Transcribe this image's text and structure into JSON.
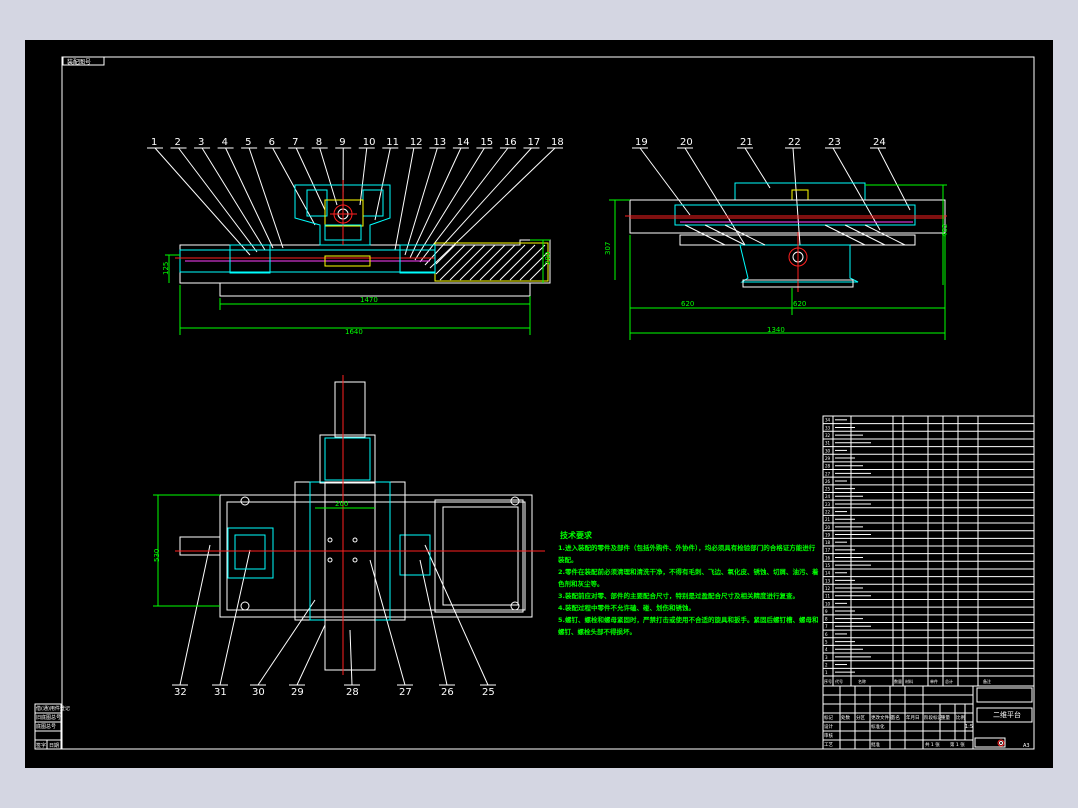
{
  "drawing": {
    "corner_tag": "装配图号",
    "assembly_title": "二维平台",
    "view_front_callouts": [
      "1",
      "2",
      "3",
      "4",
      "5",
      "6",
      "7",
      "8",
      "9",
      "10",
      "11",
      "12",
      "13",
      "14",
      "15",
      "16",
      "17",
      "18"
    ],
    "view_side_callouts": [
      "19",
      "20",
      "21",
      "22",
      "23",
      "24"
    ],
    "view_top_callouts": [
      "32",
      "31",
      "30",
      "29",
      "28",
      "27",
      "26",
      "25"
    ],
    "dims_front": {
      "length_total": "1640",
      "length_inner": "1470",
      "height_left": "125",
      "height_right": "200"
    },
    "dims_side": {
      "width_total": "1340",
      "half_left": "620",
      "half_right": "620",
      "height_left": "307",
      "height_right": "402"
    },
    "dims_top": {
      "width": "530",
      "center": "200"
    },
    "tech_title": "技术要求",
    "tech_notes": [
      "1.进入装配的零件及部件（包括外购件、外协件），均必须具有检验部门的合格证方能进行装配。",
      "2.零件在装配前必须清理和清洗干净，不得有毛刺、飞边、氧化皮、锈蚀、切屑、油污、着色剂和灰尘等。",
      "3.装配前应对零、部件的主要配合尺寸，特别是过盈配合尺寸及相关精度进行复查。",
      "4.装配过程中零件不允许磕、碰、划伤和锈蚀。",
      "5.螺钉、螺栓和螺母紧固时，严禁打击或使用不合适的旋具和扳手。紧固后螺钉槽、螺母和螺钉、螺栓头部不得损坏。"
    ],
    "parts_list_rows": 34,
    "parts_header": [
      "序号",
      "代号",
      "名称",
      "数量",
      "材料",
      "单件",
      "总计",
      "备注"
    ],
    "title_block_labels": [
      "标记",
      "处数",
      "分区",
      "更改文件号",
      "签名",
      "年月日",
      "设计",
      "标准化",
      "阶段标记",
      "重量",
      "比例",
      "审核",
      "工艺",
      "批准",
      "共 1 张",
      "第 1 张"
    ],
    "scale": "1:5",
    "left_strip": [
      "借(通)用件登记",
      "旧底图总号",
      "底图总号",
      "签字",
      "日期"
    ]
  }
}
